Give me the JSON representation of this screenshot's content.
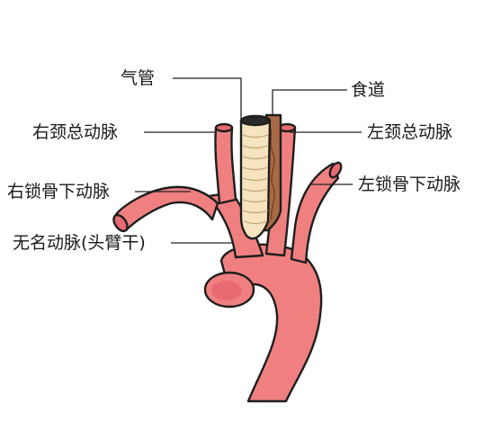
{
  "labels": {
    "trachea": "气管",
    "esophagus": "食道",
    "right_common_carotid": "右颈总动脉",
    "left_common_carotid": "左颈总动脉",
    "right_subclavian": "右锁骨下动脉",
    "left_subclavian": "左锁骨下动脉",
    "brachiocephalic": "无名动脉(头臂干)"
  },
  "colors": {
    "artery": "#f08080",
    "artery_dark": "#e0606a",
    "trachea": "#f6e4c0",
    "trachea_ring": "#c9a878",
    "esophagus": "#a86a45",
    "esophagus_dark": "#6e3a20",
    "lumen": "#ee7077"
  }
}
